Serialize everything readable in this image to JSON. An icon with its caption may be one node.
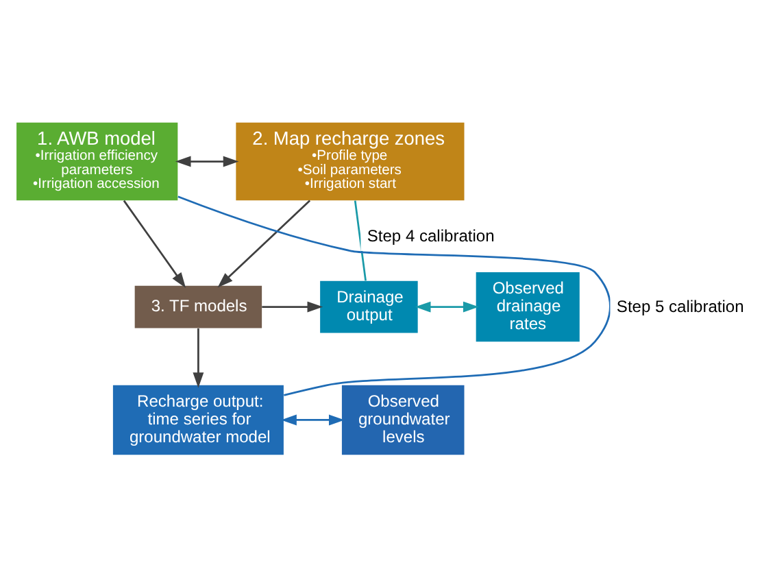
{
  "diagram": {
    "nodes": [
      {
        "text": [
          "1. AWB model",
          "•Irrigation efficiency parameters",
          "•Irrigation accession"
        ]
      },
      {
        "text": [
          "2. Map recharge zones",
          "•Profile type",
          "•Soil parameters",
          "•Irrigation start"
        ]
      },
      {
        "text": [
          "3. TF models"
        ]
      },
      {
        "text": [
          "Drainage output"
        ]
      },
      {
        "text": [
          "Observed drainage rates"
        ]
      },
      {
        "text": [
          "Recharge output: time series for groundwater model"
        ]
      },
      {
        "text": [
          "Observed groundwater levels"
        ]
      }
    ],
    "edges": [
      {
        "from": 0,
        "to": 1,
        "arrow": "both"
      },
      {
        "from": 0,
        "to": 2,
        "arrow": "to"
      },
      {
        "from": 1,
        "to": 2,
        "arrow": "to"
      },
      {
        "from": 2,
        "to": 3,
        "arrow": "to"
      },
      {
        "from": 3,
        "to": 4,
        "arrow": "both",
        "color": "#1a9aa8"
      },
      {
        "from": 2,
        "to": 5,
        "arrow": "to"
      },
      {
        "from": 5,
        "to": 6,
        "arrow": "both",
        "color": "#1f6cb5"
      },
      {
        "from": 3,
        "to": 1,
        "arrow": "none",
        "label": "Step 4 calibration",
        "color": "#1a9aa8"
      },
      {
        "from": 5,
        "to": 0,
        "arrow": "none",
        "label": "Step 5 calibration",
        "color": "#1f6cb5"
      }
    ]
  }
}
